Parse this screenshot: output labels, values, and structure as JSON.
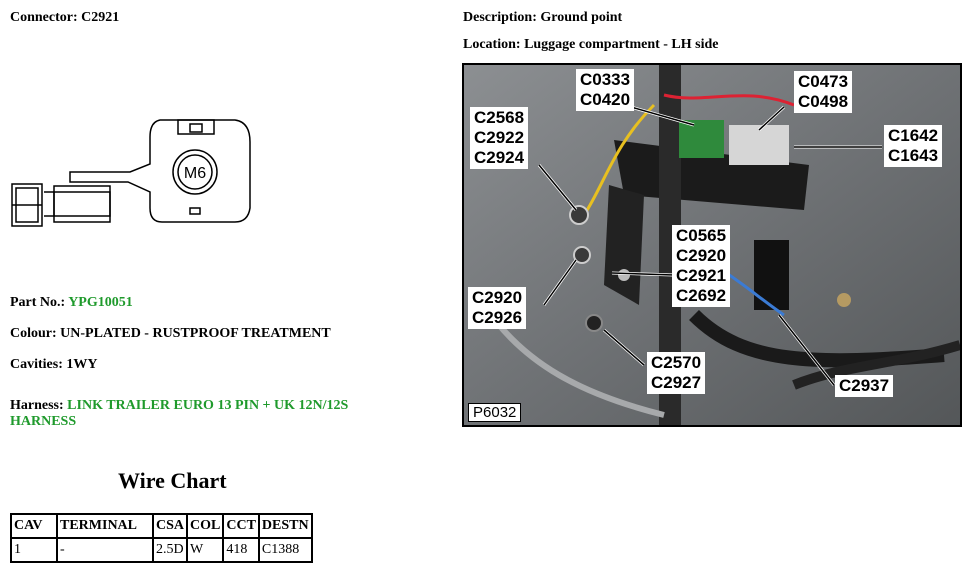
{
  "connector": {
    "label": "Connector:",
    "value": "C2921"
  },
  "description": {
    "label": "Description:",
    "value": "Ground point"
  },
  "location": {
    "label": "Location:",
    "value": "Luggage compartment - LH side"
  },
  "diagram": {
    "symbol_text": "M6"
  },
  "part_no": {
    "label": "Part No.:",
    "value": "YPG10051"
  },
  "colour": {
    "label": "Colour:",
    "value": "UN-PLATED - RUSTPROOF TREATMENT"
  },
  "cavities": {
    "label": "Cavities:",
    "value": "1WY"
  },
  "harness": {
    "label": "Harness:",
    "value": "LINK TRAILER EURO 13 PIN + UK 12N/12S HARNESS"
  },
  "wire_chart": {
    "title": "Wire Chart",
    "headers": [
      "CAV",
      "TERMINAL",
      "CSA",
      "COL",
      "CCT",
      "DESTN"
    ],
    "rows": [
      [
        "1",
        "-",
        "2.5D",
        "W",
        "418",
        "C1388"
      ]
    ]
  },
  "photo": {
    "id": "P6032",
    "callouts": [
      {
        "lines": [
          "C0333",
          "C0420"
        ]
      },
      {
        "lines": [
          "C0473",
          "C0498"
        ]
      },
      {
        "lines": [
          "C2568",
          "C2922",
          "C2924"
        ]
      },
      {
        "lines": [
          "C1642",
          "C1643"
        ]
      },
      {
        "lines": [
          "C0565",
          "C2920",
          "C2921",
          "C2692"
        ]
      },
      {
        "lines": [
          "C2920",
          "C2926"
        ]
      },
      {
        "lines": [
          "C2570",
          "C2927"
        ]
      },
      {
        "lines": [
          "C2937"
        ]
      }
    ]
  },
  "colors": {
    "green_text": "#1f9a2c"
  }
}
